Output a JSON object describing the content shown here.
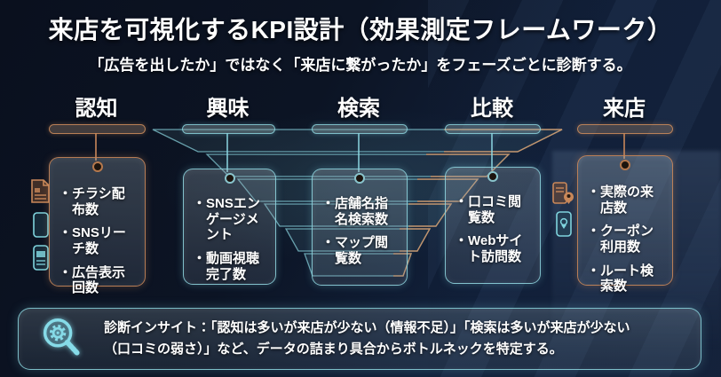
{
  "slide": {
    "title": "来店を可視化するKPI設計（効果測定フレームワーク）",
    "subtitle": "「広告を出したか」ではなく「来店に繋がったか」をフェーズごとに診断する。"
  },
  "ui": {
    "bullet": "・"
  },
  "phases": [
    {
      "label": "認知",
      "accent": "#c9885a",
      "items": [
        "チラシ配布数",
        "SNSリーチ数",
        "広告表示回数"
      ]
    },
    {
      "label": "興味",
      "accent": "#7fd4de",
      "items": [
        "SNSエンゲージメント",
        "動画視聴完了数"
      ]
    },
    {
      "label": "検索",
      "accent": "#7fd4de",
      "items": [
        "店舗名指名検索数",
        "マップ閲覧数"
      ]
    },
    {
      "label": "比較",
      "accent": "#7fd4de",
      "items": [
        "口コミ閲覧数",
        "Webサイト訪問数"
      ]
    },
    {
      "label": "来店",
      "accent": "#c9885a",
      "items": [
        "実際の来店数",
        "クーポン利用数",
        "ルート検索数"
      ]
    }
  ],
  "icons": {
    "left_cluster": [
      "flyer-icon",
      "smartphone-icon",
      "ad-display-icon"
    ],
    "right_cluster": [
      "store-visit-icon",
      "route-phone-icon"
    ],
    "insight": "magnifier-gear-icon"
  },
  "insight": {
    "line1": "診断インサイト：「認知は多いが来店が少ない（情報不足）」「検索は多いが来店が少ない",
    "line2": "（口コミの弱さ）」など、データの詰まり具合からボトルネックを特定する。"
  },
  "colors": {
    "background": "#0d1526",
    "accent_teal": "#7fd4de",
    "accent_orange": "#c9885a",
    "text": "#ffffff"
  }
}
